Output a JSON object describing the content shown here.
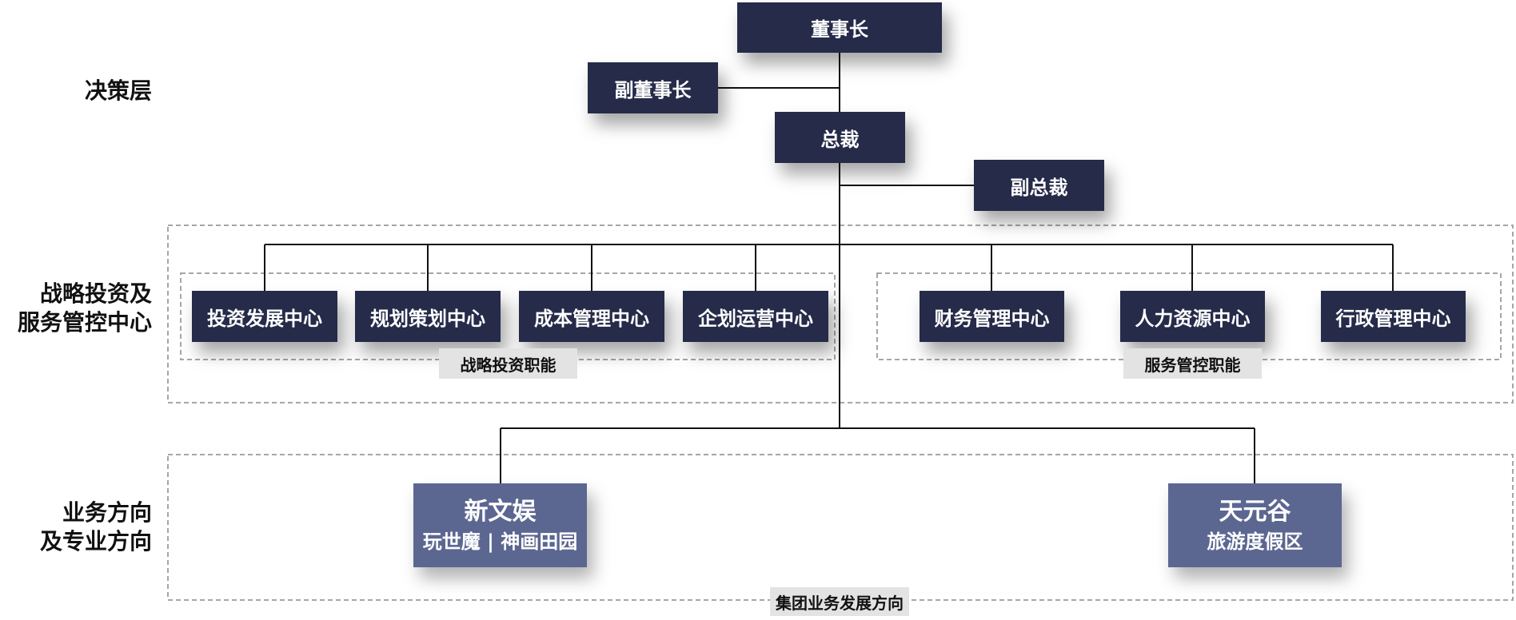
{
  "levels": {
    "decision": "决策层",
    "center_line1": "战略投资及",
    "center_line2": "服务管控中心",
    "business_line1": "业务方向",
    "business_line2": "及专业方向"
  },
  "nodes": {
    "chairman": "董事长",
    "vice_chairman": "副董事长",
    "president": "总裁",
    "vice_president": "副总裁"
  },
  "centers_strategic": [
    "投资发展中心",
    "规划策划中心",
    "成本管理中心",
    "企划运营中心"
  ],
  "centers_service": [
    "财务管理中心",
    "人力资源中心",
    "行政管理中心"
  ],
  "tags": {
    "strategic": "战略投资职能",
    "service": "服务管控职能",
    "group": "集团业务发展方向"
  },
  "business": [
    {
      "title": "新文娱",
      "subtitle": "玩世魔 | 神画田园"
    },
    {
      "title": "天元谷",
      "subtitle": "旅游度假区"
    }
  ],
  "colors": {
    "node": "#252b49",
    "business_node": "#5c6791",
    "tag_bg": "#e3e3e3",
    "dashed_border": "#a6a6a6"
  }
}
